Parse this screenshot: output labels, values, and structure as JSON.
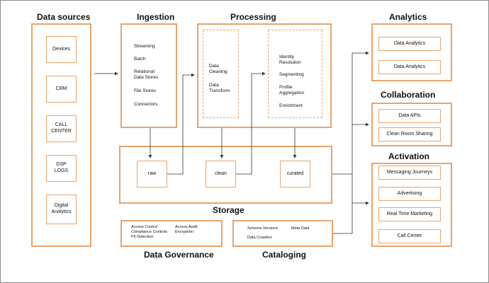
{
  "sections": {
    "data_sources": "Data sources",
    "ingestion": "Ingestion",
    "processing": "Processing",
    "analytics": "Analytics",
    "collaboration": "Collaboration",
    "activation": "Activation",
    "storage": "Storage",
    "data_governance": "Data Governance",
    "cataloging": "Cataloging"
  },
  "data_sources": [
    "Devices",
    "CRM",
    "CALL\nCENTER",
    "DSP\nLOGS",
    "Digital\nAnalytics"
  ],
  "ingestion": [
    "Streaming",
    "Batch",
    "Relational\nData Stores",
    "File Stores",
    "Connectors"
  ],
  "processing": {
    "left": [
      "Data\nCleaning",
      "Data\nTransform"
    ],
    "right": [
      "Identity\nResolution",
      "Segmenting",
      "Profile\nAggregation",
      "Enrichment"
    ]
  },
  "storage": [
    "raw",
    "clean",
    "curated"
  ],
  "analytics": [
    "Data Analytics",
    "Data Analytics"
  ],
  "collaboration": [
    "Data APIs",
    "Clean Room Sharing"
  ],
  "activation": [
    "Messaging Journeys",
    "Advertising",
    "Real Time Marketing",
    "Call Center"
  ],
  "governance": {
    "access_control": "Access Control",
    "compliance": "Compliance Controls",
    "pii": "PII Detection",
    "access_audit": "Access Audit",
    "encryption": "Encryption"
  },
  "cataloging": {
    "schema": "Schema Versions",
    "meta": "Meta Data",
    "crawlers": "Data Crawlers"
  },
  "colors": {
    "accent": "#e8a46c",
    "line": "#333333"
  }
}
